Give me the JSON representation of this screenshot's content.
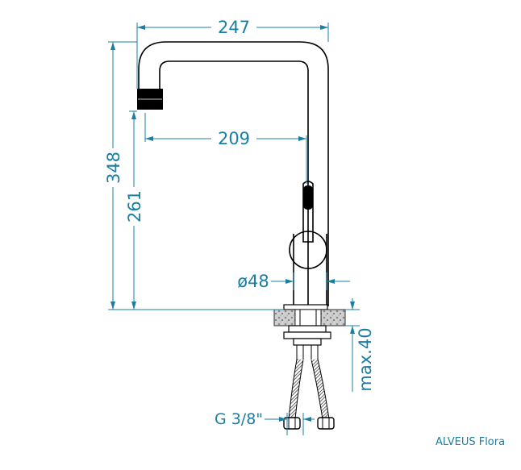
{
  "dimensions": {
    "width_total": "247",
    "reach": "209",
    "height_total": "348",
    "height_spout": "261",
    "diameter": "ø48",
    "max_thickness": "max.40",
    "connection": "G 3/8\""
  },
  "caption": "ALVEUS Flora",
  "colors": {
    "dimension": "#1a7fa3",
    "outline": "#000000"
  }
}
